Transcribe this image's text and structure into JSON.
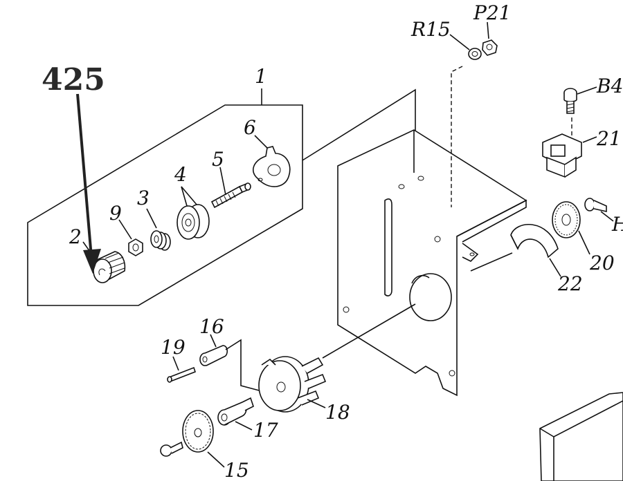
{
  "callout": {
    "label": "425",
    "highlight_color": "#f2e100"
  },
  "labels": {
    "l1": "1",
    "l2": "2",
    "l3": "3",
    "l4": "4",
    "l5": "5",
    "l6": "6",
    "l9": "9",
    "l15": "15",
    "l16": "16",
    "l17": "17",
    "l18": "18",
    "l19": "19",
    "l20": "20",
    "l21": "21",
    "l22": "22",
    "lR15": "R15",
    "lP21": "P21",
    "lB4": "B4",
    "lH": "H"
  }
}
